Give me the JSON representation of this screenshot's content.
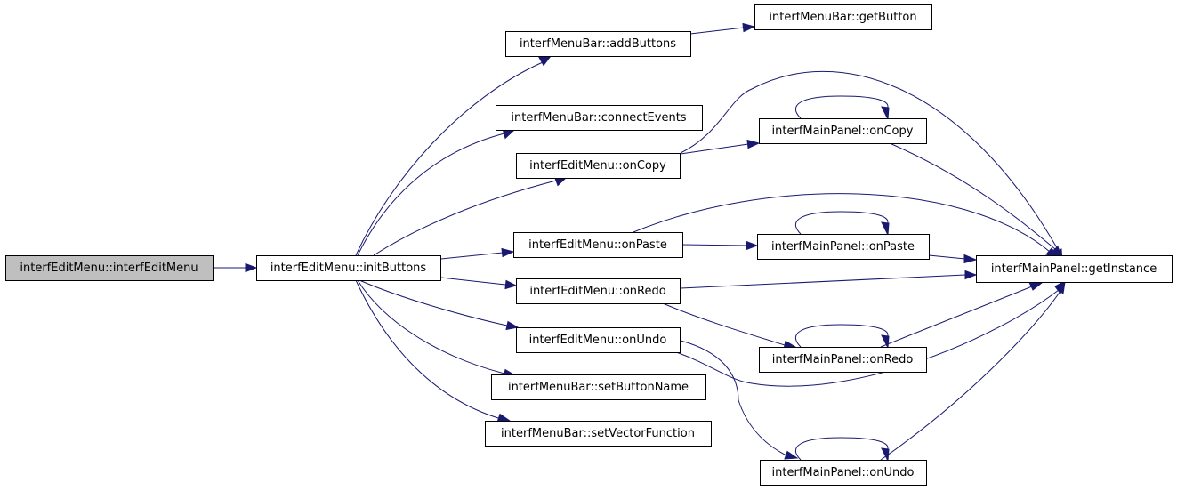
{
  "diagram": {
    "colors": {
      "edge": "#191970",
      "root_fill": "#bfbfbf",
      "node_fill": "#ffffff",
      "node_stroke": "#000000"
    },
    "nodes": [
      {
        "id": "ctor",
        "label": "interfEditMenu::interfEditMenu",
        "root": true
      },
      {
        "id": "initButtons",
        "label": "interfEditMenu::initButtons"
      },
      {
        "id": "addButtons",
        "label": "interfMenuBar::addButtons"
      },
      {
        "id": "getButton",
        "label": "interfMenuBar::getButton"
      },
      {
        "id": "connectEvents",
        "label": "interfMenuBar::connectEvents"
      },
      {
        "id": "emOnCopy",
        "label": "interfEditMenu::onCopy"
      },
      {
        "id": "mpOnCopy",
        "label": "interfMainPanel::onCopy"
      },
      {
        "id": "emOnPaste",
        "label": "interfEditMenu::onPaste"
      },
      {
        "id": "mpOnPaste",
        "label": "interfMainPanel::onPaste"
      },
      {
        "id": "getInstance",
        "label": "interfMainPanel::getInstance"
      },
      {
        "id": "emOnRedo",
        "label": "interfEditMenu::onRedo"
      },
      {
        "id": "emOnUndo",
        "label": "interfEditMenu::onUndo"
      },
      {
        "id": "mpOnRedo",
        "label": "interfMainPanel::onRedo"
      },
      {
        "id": "setButtonName",
        "label": "interfMenuBar::setButtonName"
      },
      {
        "id": "setVectorFunction",
        "label": "interfMenuBar::setVectorFunction"
      },
      {
        "id": "mpOnUndo",
        "label": "interfMainPanel::onUndo"
      }
    ],
    "edges": [
      {
        "from": "ctor",
        "to": "initButtons"
      },
      {
        "from": "initButtons",
        "to": "addButtons"
      },
      {
        "from": "initButtons",
        "to": "connectEvents"
      },
      {
        "from": "initButtons",
        "to": "emOnCopy"
      },
      {
        "from": "initButtons",
        "to": "emOnPaste"
      },
      {
        "from": "initButtons",
        "to": "emOnRedo"
      },
      {
        "from": "initButtons",
        "to": "emOnUndo"
      },
      {
        "from": "initButtons",
        "to": "setButtonName"
      },
      {
        "from": "initButtons",
        "to": "setVectorFunction"
      },
      {
        "from": "addButtons",
        "to": "getButton"
      },
      {
        "from": "emOnCopy",
        "to": "getInstance"
      },
      {
        "from": "emOnCopy",
        "to": "mpOnCopy"
      },
      {
        "from": "mpOnCopy",
        "to": "mpOnCopy"
      },
      {
        "from": "mpOnCopy",
        "to": "getInstance"
      },
      {
        "from": "emOnPaste",
        "to": "getInstance"
      },
      {
        "from": "emOnPaste",
        "to": "mpOnPaste"
      },
      {
        "from": "mpOnPaste",
        "to": "mpOnPaste"
      },
      {
        "from": "mpOnPaste",
        "to": "getInstance"
      },
      {
        "from": "emOnRedo",
        "to": "getInstance"
      },
      {
        "from": "emOnRedo",
        "to": "mpOnRedo"
      },
      {
        "from": "mpOnRedo",
        "to": "mpOnRedo"
      },
      {
        "from": "mpOnRedo",
        "to": "getInstance"
      },
      {
        "from": "emOnUndo",
        "to": "getInstance"
      },
      {
        "from": "emOnUndo",
        "to": "mpOnUndo"
      },
      {
        "from": "mpOnUndo",
        "to": "mpOnUndo"
      },
      {
        "from": "mpOnUndo",
        "to": "getInstance"
      }
    ]
  }
}
